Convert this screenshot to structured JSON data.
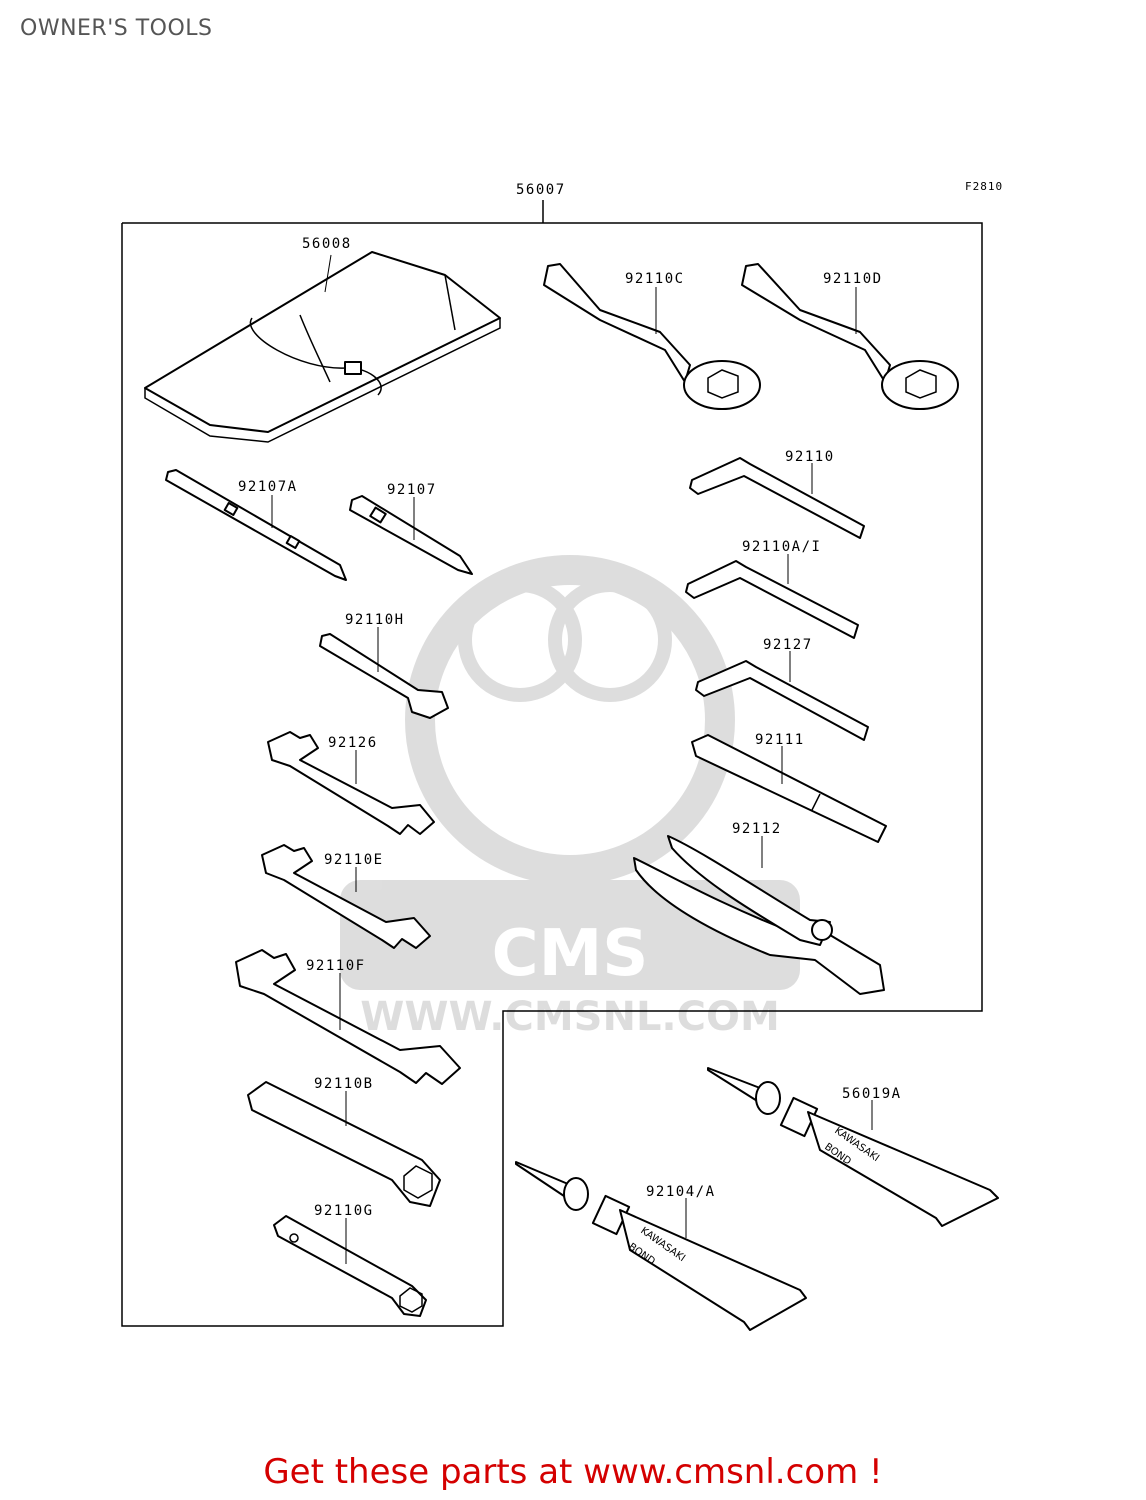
{
  "page_title": "OWNER'S TOOLS",
  "figure_code": "F2810",
  "watermark": "WWW.CMSNL.COM",
  "footer_text": "Get these parts at www.cmsnl.com !",
  "parts": {
    "kit": "56007",
    "case": "56008",
    "box_wrench_c": "92110C",
    "box_wrench_d": "92110D",
    "screwdriver_a": "92107A",
    "screwdriver": "92107",
    "hex_key": "92110",
    "hex_key_a": "92110A/I",
    "wrench_h": "92110H",
    "hex_key_2": "92127",
    "wrench_92126": "92126",
    "handle": "92111",
    "wrench_e": "92110E",
    "pliers": "92112",
    "wrench_f": "92110F",
    "socket_b": "92110B",
    "socket_g": "92110G",
    "bond_a": "56019A",
    "bond_b": "92104/A"
  },
  "tube_label": {
    "brand": "KAWASAKI",
    "product": "BOND"
  }
}
